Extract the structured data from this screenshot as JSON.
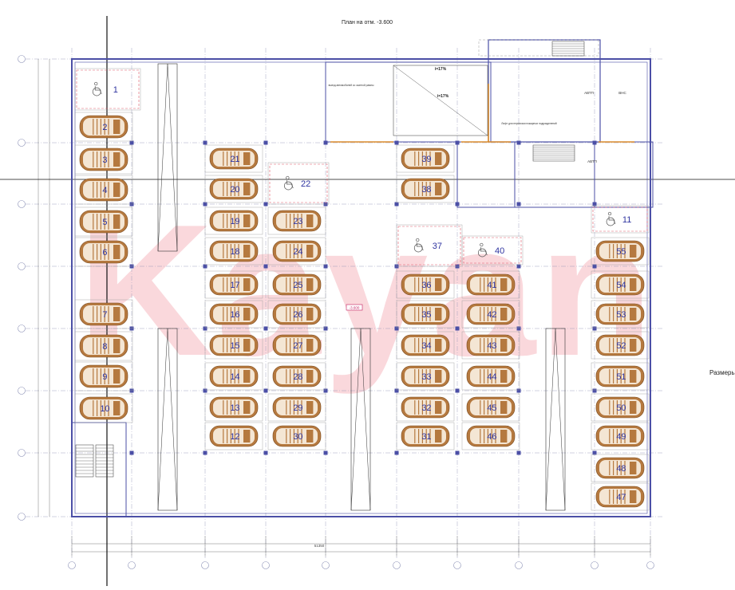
{
  "title": "План на отм. -3.600",
  "watermark": "Kayan",
  "sizes_label": "Размеры",
  "total_dimension": "51350",
  "elevation_tag": "-3.600",
  "slope_labels": [
    "i=17%",
    "i=17%"
  ],
  "room_labels": {
    "lift": "Лифт для перевозки пожарных подразделений",
    "avtp": "АВТП",
    "vns": "ВНС",
    "ramp_exit": "выезд автомобилей со скатной рампы"
  },
  "parking_spaces": [
    {
      "n": "1",
      "kind": "accessible"
    },
    {
      "n": "2",
      "kind": "car"
    },
    {
      "n": "3",
      "kind": "car"
    },
    {
      "n": "4",
      "kind": "car"
    },
    {
      "n": "5",
      "kind": "car"
    },
    {
      "n": "6",
      "kind": "car"
    },
    {
      "n": "7",
      "kind": "car"
    },
    {
      "n": "8",
      "kind": "car"
    },
    {
      "n": "9",
      "kind": "car"
    },
    {
      "n": "10",
      "kind": "car"
    },
    {
      "n": "11",
      "kind": "accessible"
    },
    {
      "n": "12",
      "kind": "car"
    },
    {
      "n": "13",
      "kind": "car"
    },
    {
      "n": "14",
      "kind": "car"
    },
    {
      "n": "15",
      "kind": "car"
    },
    {
      "n": "16",
      "kind": "car"
    },
    {
      "n": "17",
      "kind": "car"
    },
    {
      "n": "18",
      "kind": "car"
    },
    {
      "n": "19",
      "kind": "car"
    },
    {
      "n": "20",
      "kind": "car"
    },
    {
      "n": "21",
      "kind": "car"
    },
    {
      "n": "22",
      "kind": "accessible"
    },
    {
      "n": "23",
      "kind": "car"
    },
    {
      "n": "24",
      "kind": "car"
    },
    {
      "n": "25",
      "kind": "car"
    },
    {
      "n": "26",
      "kind": "car"
    },
    {
      "n": "27",
      "kind": "car"
    },
    {
      "n": "28",
      "kind": "car"
    },
    {
      "n": "29",
      "kind": "car"
    },
    {
      "n": "30",
      "kind": "car"
    },
    {
      "n": "31",
      "kind": "car"
    },
    {
      "n": "32",
      "kind": "car"
    },
    {
      "n": "33",
      "kind": "car"
    },
    {
      "n": "34",
      "kind": "car"
    },
    {
      "n": "35",
      "kind": "car"
    },
    {
      "n": "36",
      "kind": "car"
    },
    {
      "n": "37",
      "kind": "accessible"
    },
    {
      "n": "38",
      "kind": "car"
    },
    {
      "n": "39",
      "kind": "car"
    },
    {
      "n": "40",
      "kind": "accessible"
    },
    {
      "n": "41",
      "kind": "car"
    },
    {
      "n": "42",
      "kind": "car"
    },
    {
      "n": "43",
      "kind": "car"
    },
    {
      "n": "44",
      "kind": "car"
    },
    {
      "n": "45",
      "kind": "car"
    },
    {
      "n": "46",
      "kind": "car"
    },
    {
      "n": "47",
      "kind": "car"
    },
    {
      "n": "48",
      "kind": "car"
    },
    {
      "n": "49",
      "kind": "car"
    },
    {
      "n": "50",
      "kind": "car"
    },
    {
      "n": "51",
      "kind": "car"
    },
    {
      "n": "52",
      "kind": "car"
    },
    {
      "n": "53",
      "kind": "car"
    },
    {
      "n": "54",
      "kind": "car"
    },
    {
      "n": "55",
      "kind": "car"
    }
  ],
  "colors": {
    "wall": "#4b4fa6",
    "grid": "#8a8fb5",
    "car_body": "#b5793f",
    "car_interior": "#f4e6d4",
    "number": "#2f34a0",
    "accessible": "#e05a6a",
    "watermark": "#f5b8c0",
    "ramp_tag": "#c2185b",
    "line": "#333333"
  }
}
